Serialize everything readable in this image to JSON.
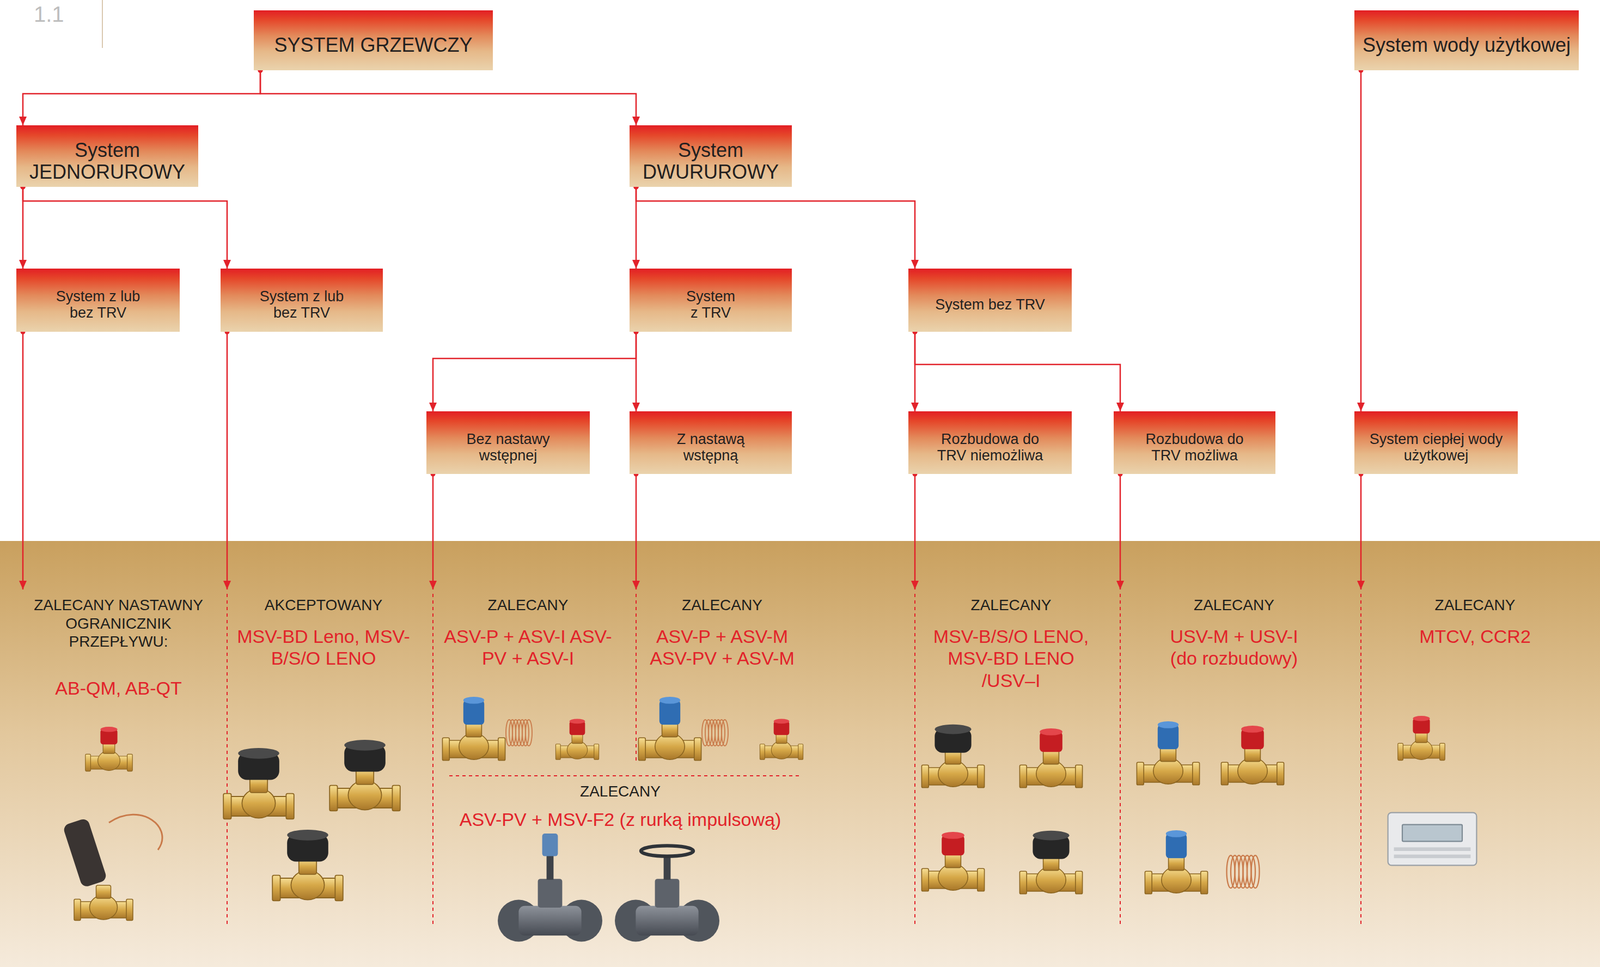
{
  "diagram": {
    "nodes": [
      {
        "text": [
          "SYSTEM GRZEWCZY"
        ]
      },
      {
        "text": [
          "System wody użytkowej"
        ]
      },
      {
        "text": [
          "System JEDNORUROWY"
        ]
      },
      {
        "text": [
          "System DWURUROWY"
        ]
      },
      {
        "text": [
          "System z lub bez TRV"
        ]
      },
      {
        "text": [
          "System z lub bez TRV"
        ]
      },
      {
        "text": [
          "System z TRV"
        ]
      },
      {
        "text": [
          "System bez TRV"
        ]
      },
      {
        "text": [
          "Bez nastawy wstępnej"
        ]
      },
      {
        "text": [
          "Z nastawą wstępną"
        ]
      },
      {
        "text": [
          "Rozbudowa do TRV niemożliwa"
        ]
      },
      {
        "text": [
          "Rozbudowa do TRV możliwa"
        ]
      },
      {
        "text": [
          "System ciepłej wody użytkowej"
        ]
      },
      {
        "text": [
          "ZALECANY NASTAWNY OGRANICZNIK PRZEPŁYWU:",
          "AB-QM, AB-QT"
        ]
      },
      {
        "text": [
          "AKCEPTOWANY",
          "MSV-BD Leno, MSV-B/S/O LENO"
        ]
      },
      {
        "text": [
          "ZALECANY",
          "ASV-P + ASV-I ASV-PV + ASV-I"
        ]
      },
      {
        "text": [
          "ZALECANY",
          "ASV-P + ASV-M ASV-PV + ASV-M"
        ]
      },
      {
        "text": [
          "ZALECANY",
          "ASV-PV + MSV-F2 (z rurką impulsową)"
        ]
      },
      {
        "text": [
          "ZALECANY",
          "MSV-B/S/O LENO, MSV-BD LENO /USV–I"
        ]
      },
      {
        "text": [
          "ZALECANY",
          "USV-M + USV-I (do rozbudowy)"
        ]
      },
      {
        "text": [
          "ZALECANY",
          "MTCV, CCR2"
        ]
      }
    ],
    "edges": [
      {
        "from": 0,
        "to": 2,
        "arrow": "to"
      },
      {
        "from": 0,
        "to": 3,
        "arrow": "to"
      },
      {
        "from": 2,
        "to": 4,
        "arrow": "to"
      },
      {
        "from": 2,
        "to": 5,
        "arrow": "to"
      },
      {
        "from": 3,
        "to": 6,
        "arrow": "to"
      },
      {
        "from": 3,
        "to": 7,
        "arrow": "to"
      },
      {
        "from": 6,
        "to": 8,
        "arrow": "to"
      },
      {
        "from": 6,
        "to": 9,
        "arrow": "to"
      },
      {
        "from": 7,
        "to": 10,
        "arrow": "to"
      },
      {
        "from": 7,
        "to": 11,
        "arrow": "to"
      },
      {
        "from": 1,
        "to": 12,
        "arrow": "to"
      },
      {
        "from": 4,
        "to": 13,
        "arrow": "to"
      },
      {
        "from": 5,
        "to": 14,
        "arrow": "to"
      },
      {
        "from": 8,
        "to": 15,
        "arrow": "to"
      },
      {
        "from": 9,
        "to": 16,
        "arrow": "to"
      },
      {
        "from": 10,
        "to": 18,
        "arrow": "to"
      },
      {
        "from": 11,
        "to": 19,
        "arrow": "to"
      },
      {
        "from": 12,
        "to": 20,
        "arrow": "to"
      }
    ],
    "labels": [
      "1.1"
    ]
  }
}
